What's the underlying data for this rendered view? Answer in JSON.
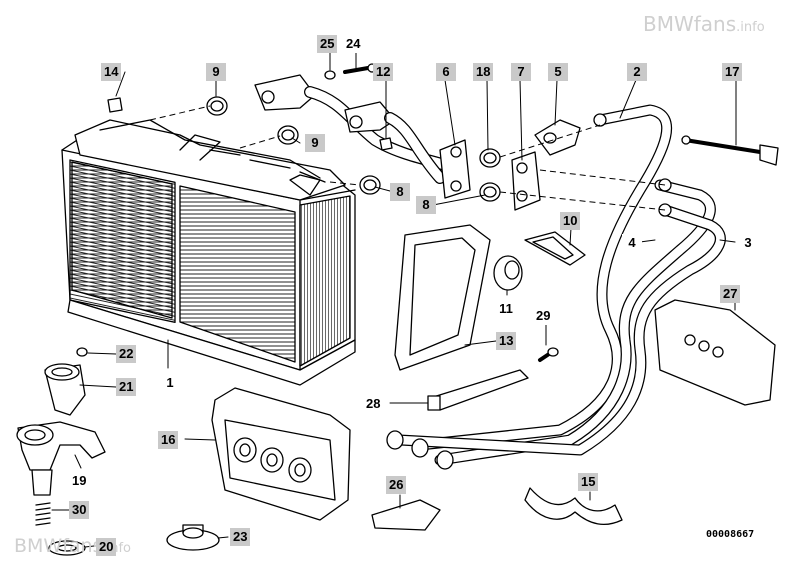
{
  "watermark_top": "BMWfans",
  "watermark_top_suffix": ".info",
  "watermark_bottom": "BMWfans",
  "watermark_bottom_suffix": ".info",
  "part_number": "00008667",
  "callouts": {
    "c1": "1",
    "c2": "2",
    "c3": "3",
    "c4": "4",
    "c5": "5",
    "c6": "6",
    "c7": "7",
    "c8a": "8",
    "c8b": "8",
    "c9a": "9",
    "c9b": "9",
    "c10": "10",
    "c11": "11",
    "c12": "12",
    "c13": "13",
    "c14": "14",
    "c15": "15",
    "c16": "16",
    "c17": "17",
    "c18": "18",
    "c19": "19",
    "c20": "20",
    "c21": "21",
    "c22": "22",
    "c23": "23",
    "c24": "24",
    "c25": "25",
    "c26": "26",
    "c27": "27",
    "c28": "28",
    "c29": "29",
    "c30": "30"
  }
}
